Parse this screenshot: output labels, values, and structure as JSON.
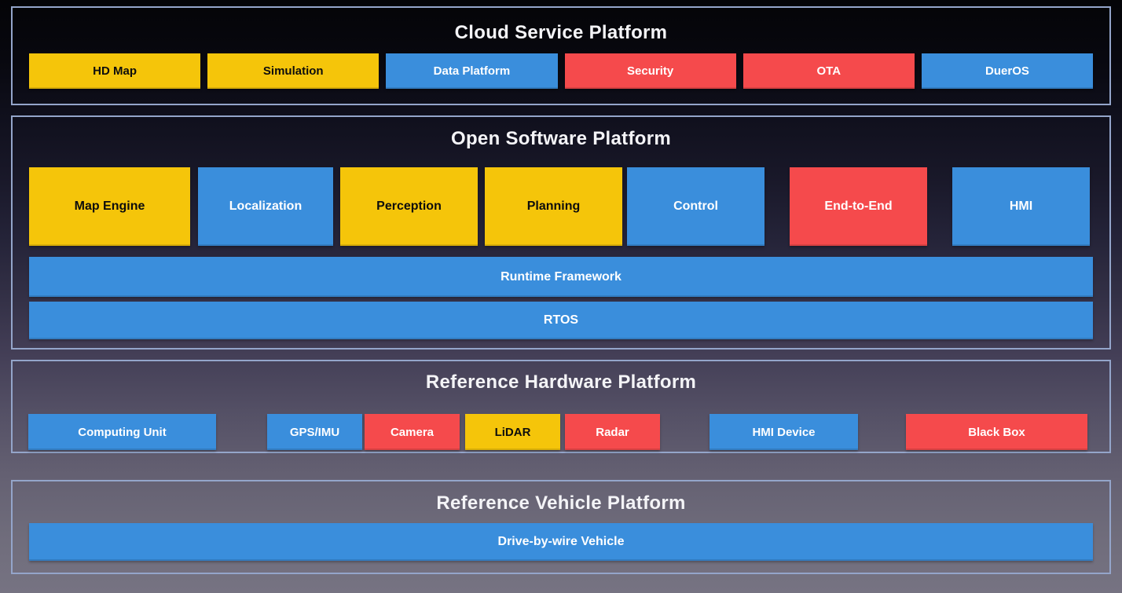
{
  "palette": {
    "yellow": "#F5C50A",
    "blue": "#3A8EDC",
    "red": "#F54A4C",
    "dark_text": "#0D0D0D",
    "light_text": "#FFFFFF",
    "section_border": "#94A5CA",
    "title_text": "#F4F4F7"
  },
  "sections": {
    "cloud": {
      "title": "Cloud Service Platform",
      "boxes": [
        {
          "label": "HD Map",
          "color": "yellow"
        },
        {
          "label": "Simulation",
          "color": "yellow"
        },
        {
          "label": "Data Platform",
          "color": "blue"
        },
        {
          "label": "Security",
          "color": "red"
        },
        {
          "label": "OTA",
          "color": "red"
        },
        {
          "label": "DuerOS",
          "color": "blue"
        }
      ]
    },
    "software": {
      "title": "Open Software Platform",
      "modules": [
        {
          "label": "Map Engine",
          "color": "yellow"
        },
        {
          "label": "Localization",
          "color": "blue"
        },
        {
          "label": "Perception",
          "color": "yellow"
        },
        {
          "label": "Planning",
          "color": "yellow"
        },
        {
          "label": "Control",
          "color": "blue"
        },
        {
          "label": "End-to-End",
          "color": "red"
        },
        {
          "label": "HMI",
          "color": "blue"
        }
      ],
      "bars": [
        {
          "label": "Runtime Framework",
          "color": "blue"
        },
        {
          "label": "RTOS",
          "color": "blue"
        }
      ]
    },
    "hardware": {
      "title": "Reference Hardware Platform",
      "boxes": [
        {
          "label": "Computing Unit",
          "color": "blue"
        },
        {
          "label": "GPS/IMU",
          "color": "blue"
        },
        {
          "label": "Camera",
          "color": "red"
        },
        {
          "label": "LiDAR",
          "color": "yellow"
        },
        {
          "label": "Radar",
          "color": "red"
        },
        {
          "label": "HMI Device",
          "color": "blue"
        },
        {
          "label": "Black Box",
          "color": "red"
        }
      ]
    },
    "vehicle": {
      "title": "Reference Vehicle Platform",
      "bar": {
        "label": "Drive-by-wire Vehicle",
        "color": "blue"
      }
    }
  }
}
